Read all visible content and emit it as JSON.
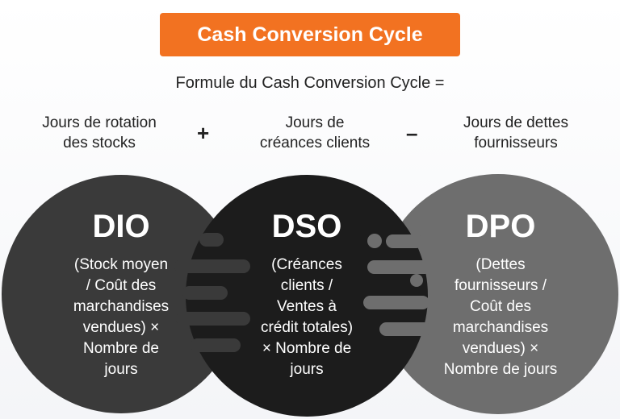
{
  "title": "Cash Conversion Cycle",
  "formula_label": "Formule du Cash Conversion Cycle =",
  "terms": [
    {
      "line1": "Jours de rotation",
      "line2": "des stocks"
    },
    {
      "line1": "Jours de",
      "line2": "créances clients"
    },
    {
      "line1": "Jours de dettes",
      "line2": "fournisseurs"
    }
  ],
  "operators": [
    "+",
    "–"
  ],
  "circles": [
    {
      "abbr": "DIO",
      "desc_lines": [
        "(Stock moyen",
        "/ Coût des",
        "marchandises",
        "vendues) ×",
        "Nombre de",
        "jours"
      ],
      "color": "#3a3a3a"
    },
    {
      "abbr": "DSO",
      "desc_lines": [
        "(Créances",
        "clients /",
        "Ventes à",
        "crédit totales)",
        "× Nombre de",
        "jours"
      ],
      "color": "#1c1c1c"
    },
    {
      "abbr": "DPO",
      "desc_lines": [
        "(Dettes",
        "fournisseurs /",
        "Coût des",
        "marchandises",
        "vendues) ×",
        "Nombre de jours"
      ],
      "color": "#6e6e6e"
    }
  ],
  "colors": {
    "accent": "#f27221"
  }
}
